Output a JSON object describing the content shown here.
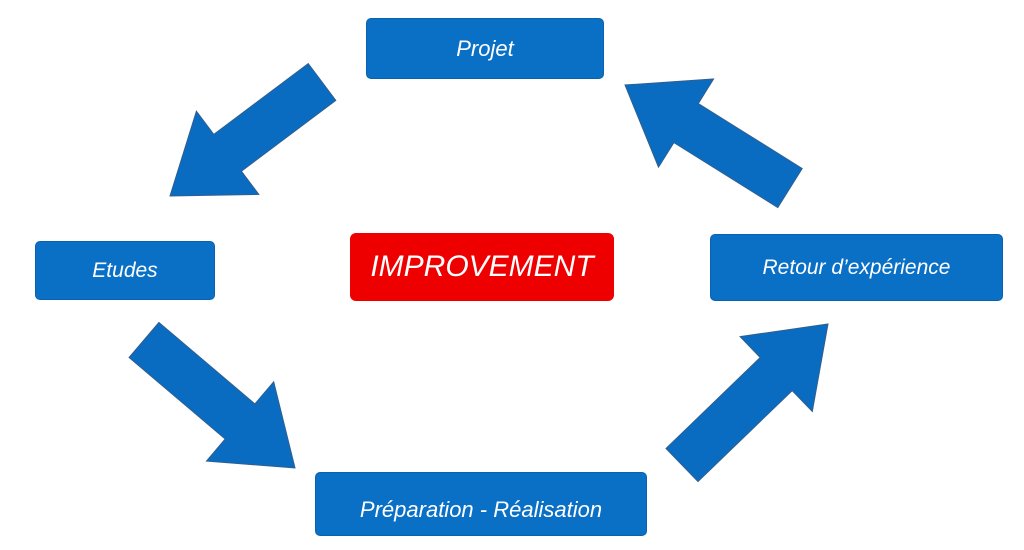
{
  "nodes": {
    "top": "Projet",
    "left": "Etudes",
    "center": "IMPROVEMENT",
    "right": "Retour d’expérience",
    "bottom": "Préparation - Réalisation"
  },
  "colors": {
    "node_fill": "#0a70c6",
    "arrow_fill": "#0a6cc0",
    "arrow_stroke": "#2f5f90",
    "center_fill": "#ee0000",
    "text": "#ffffff"
  },
  "flow": [
    "top",
    "left",
    "bottom",
    "right",
    "top"
  ]
}
